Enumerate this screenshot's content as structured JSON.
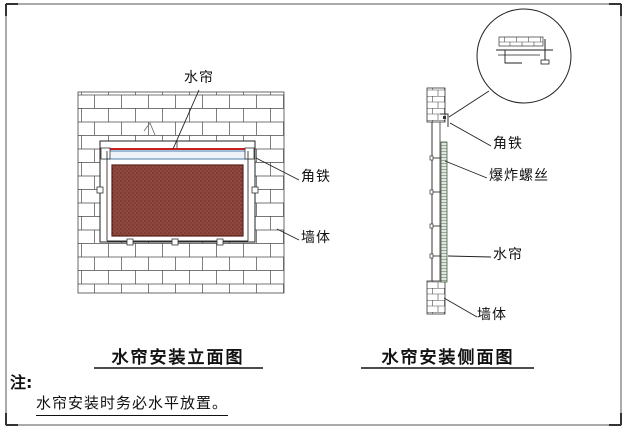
{
  "colors": {
    "curtain_fill": "#91493f",
    "curtain_speckle": "#4f1f1a",
    "top_rail_red": "#c00000",
    "rail_blue": "#3a6ea5",
    "curtain_side_hatch": "#7a8f7a",
    "line": "#222222"
  },
  "elevation": {
    "title": "水帘安装立面图",
    "labels": {
      "curtain": "水帘",
      "angle_iron": "角铁",
      "wall": "墙体"
    }
  },
  "side": {
    "title": "水帘安装侧面图",
    "labels": {
      "angle_iron": "角铁",
      "expansion_bolt": "爆炸螺丝",
      "curtain": "水帘",
      "wall": "墙体"
    }
  },
  "note": {
    "prefix": "注:",
    "text": "水帘安装时务必水平放置。"
  }
}
